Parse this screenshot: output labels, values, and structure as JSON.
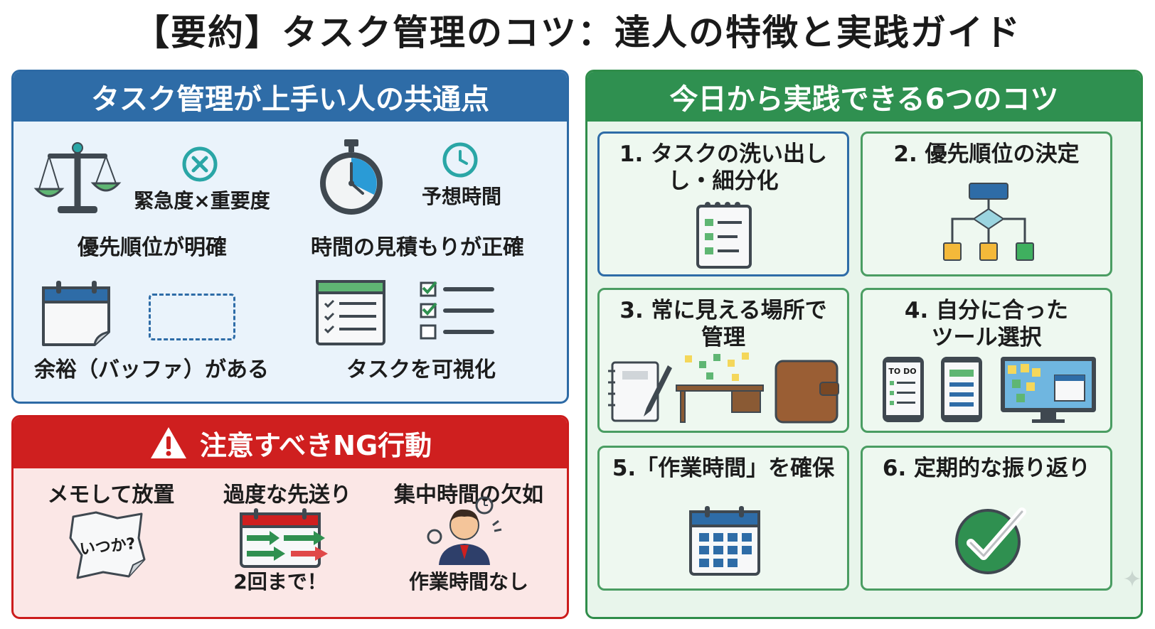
{
  "title": "【要約】タスク管理のコツ：達人の特徴と実践ガイド",
  "features": {
    "header": "タスク管理が上手い人の共通点",
    "items": [
      {
        "caption": "優先順位が明確",
        "sub": "緊急度×重要度",
        "icon": "balance-scale-icon"
      },
      {
        "caption": "時間の見積もりが正確",
        "sub": "予想時間",
        "icon": "stopwatch-icon"
      },
      {
        "caption": "余裕（バッファ）がある",
        "icon": "calendar-icon"
      },
      {
        "caption": "タスクを可視化",
        "icon": "checklist-icon"
      }
    ]
  },
  "ng": {
    "header": "注意すべきNG行動",
    "items": [
      {
        "title": "メモして放置",
        "note_text": "いつか?",
        "icon": "crumpled-note-icon"
      },
      {
        "title": "過度な先送り",
        "caption": "2回まで！",
        "icon": "postpone-calendar-icon"
      },
      {
        "title": "集中時間の欠如",
        "caption": "作業時間なし",
        "icon": "stressed-person-icon"
      }
    ]
  },
  "tips": {
    "header": "今日から実践できる6つのコツ",
    "items": [
      {
        "title_line1": "1. タスクの洗い出し",
        "title_line2": "し・細分化",
        "icon": "clipboard-list-icon"
      },
      {
        "title_line1": "2. 優先順位の決定",
        "icon": "flowchart-icon"
      },
      {
        "title_line1": "3. 常に見える場所で",
        "title_line2": "管理",
        "icon": "notebook-desk-wallet-icon"
      },
      {
        "title_line1": "4. 自分に合った",
        "title_line2": "ツール選択",
        "icon": "devices-icon",
        "todo_label": "TO DO"
      },
      {
        "title_line1": "5.「作業時間」を確保",
        "icon": "calendar-grid-icon"
      },
      {
        "title_line1": "6. 定期的な振り返り",
        "icon": "check-circle-icon"
      }
    ]
  },
  "colors": {
    "blue": "#2e6ca7",
    "red": "#cf1f1f",
    "green": "#2f9050",
    "teal": "#2aa6a6"
  }
}
